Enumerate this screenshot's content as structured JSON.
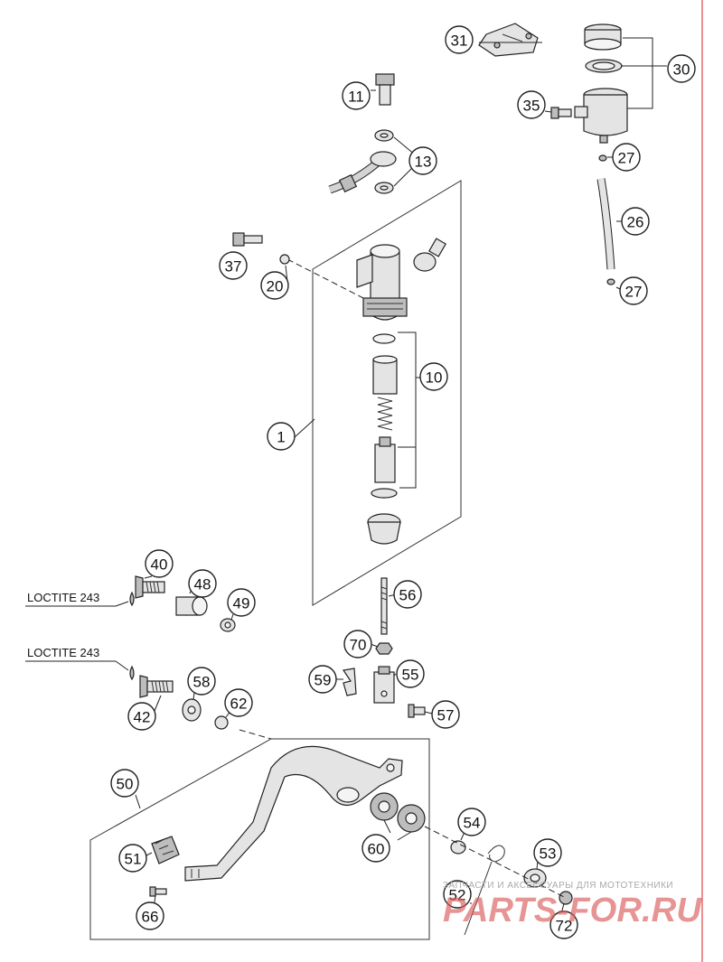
{
  "callouts": [
    "1",
    "10",
    "11",
    "13",
    "20",
    "26",
    "27",
    "30",
    "31",
    "35",
    "37",
    "40",
    "42",
    "48",
    "49",
    "50",
    "51",
    "52",
    "53",
    "54",
    "55",
    "56",
    "57",
    "58",
    "59",
    "60",
    "62",
    "66",
    "70",
    "72"
  ],
  "notes": {
    "loctite_1": "LOCTITE 243",
    "loctite_2": "LOCTITE 243"
  },
  "watermark": {
    "tagline": "ЗАПЧАСТИ И АКСЕССУАРЫ ДЛЯ МОТОТЕХНИКИ",
    "brand": "PARTS-FOR.RU"
  },
  "colors": {
    "line": "#222222",
    "part_fill": "#e4e4e4",
    "border": "#e06060",
    "watermark": "#d85a5a"
  }
}
